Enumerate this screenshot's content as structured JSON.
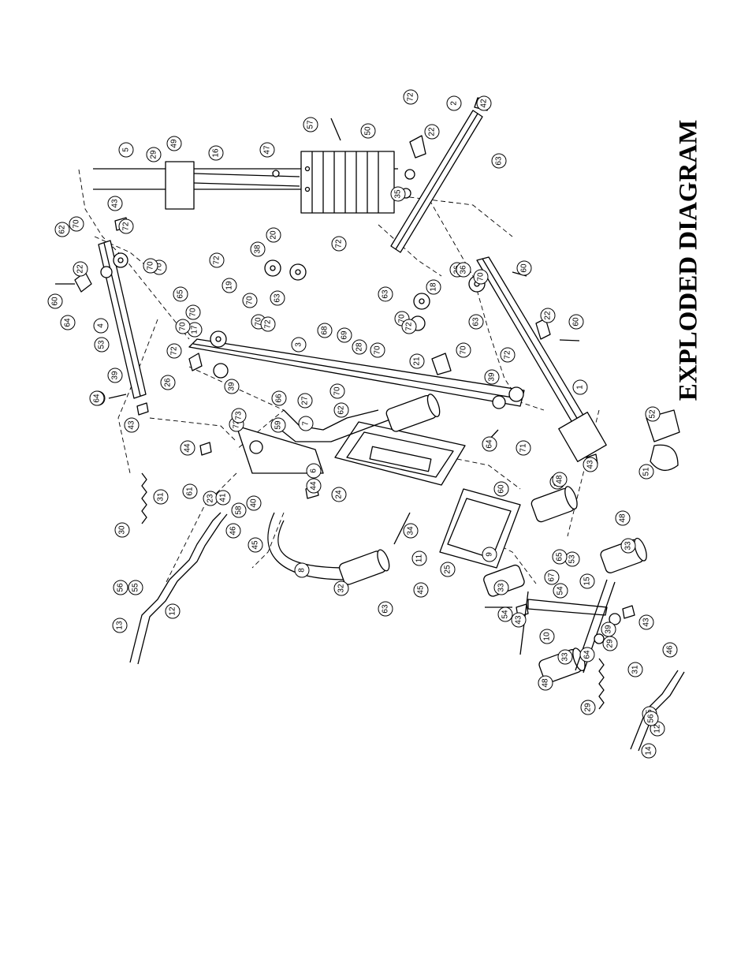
{
  "title": "EXPLODED DIAGRAM",
  "colors": {
    "ink": "#000000",
    "paper": "#ffffff",
    "shade": "#c8c8c8"
  },
  "part_labels": [
    "1",
    "2",
    "3",
    "4",
    "5",
    "6",
    "7",
    "8",
    "9",
    "10",
    "11",
    "12",
    "12",
    "13",
    "14",
    "15",
    "16",
    "17",
    "18",
    "19",
    "20",
    "21",
    "22",
    "22",
    "22",
    "23",
    "24",
    "25",
    "26",
    "27",
    "28",
    "29",
    "29",
    "29",
    "30",
    "31",
    "31",
    "32",
    "33",
    "33",
    "33",
    "33",
    "34",
    "35",
    "36",
    "36",
    "38",
    "39",
    "39",
    "39",
    "39",
    "40",
    "41",
    "42",
    "43",
    "43",
    "43",
    "43",
    "43",
    "44",
    "44",
    "45",
    "45",
    "46",
    "46",
    "47",
    "48",
    "48",
    "48",
    "49",
    "50",
    "51",
    "52",
    "53",
    "53",
    "54",
    "54",
    "54",
    "55",
    "55",
    "56",
    "56",
    "57",
    "58",
    "59",
    "60",
    "60",
    "60",
    "60",
    "61",
    "62",
    "62",
    "63",
    "63",
    "63",
    "63",
    "63",
    "64",
    "64",
    "64",
    "64",
    "65",
    "65",
    "66",
    "67",
    "68",
    "69",
    "70",
    "70",
    "70",
    "70",
    "70",
    "70",
    "70",
    "70",
    "70",
    "70",
    "70",
    "70",
    "71",
    "72",
    "72",
    "72",
    "72",
    "72",
    "72",
    "72",
    "72",
    "72",
    "73"
  ]
}
